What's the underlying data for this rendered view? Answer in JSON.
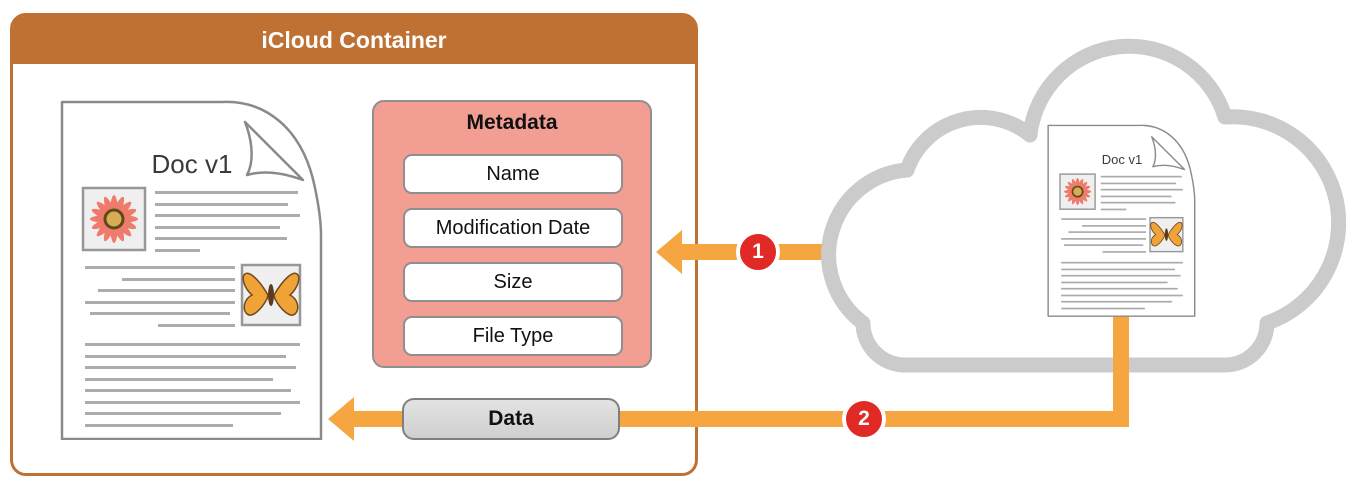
{
  "diagram": {
    "container": {
      "title": "iCloud Container"
    },
    "metadata_panel": {
      "title": "Metadata",
      "fields": [
        "Name",
        "Modification Date",
        "Size",
        "File Type"
      ]
    },
    "local_document": {
      "title": "Doc v1"
    },
    "cloud_document": {
      "title": "Doc v1"
    },
    "data_flow": {
      "data_label": "Data",
      "step_1": "1",
      "step_2": "2"
    },
    "colors": {
      "container_brown": "#BE7133",
      "arrow_orange": "#F6A640",
      "badge_red": "#E12A26",
      "metadata_pink": "#F29E92",
      "cloud_gray": "#CBCBCB",
      "doc_line_gray": "#ACACAC"
    }
  }
}
